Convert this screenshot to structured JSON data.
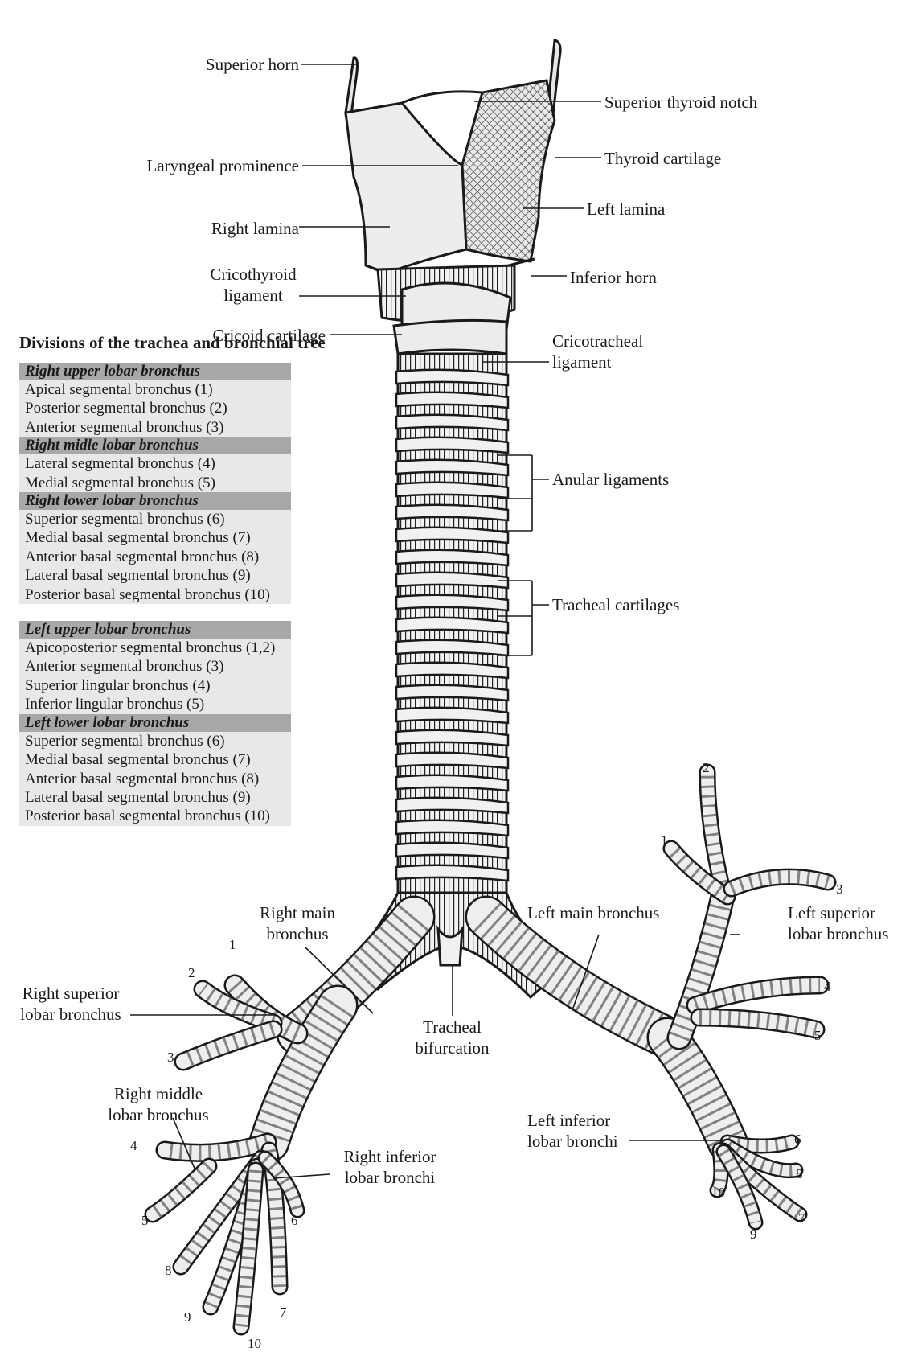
{
  "labels": {
    "superior_horn": "Superior horn",
    "superior_thyroid_notch": "Superior thyroid notch",
    "laryngeal_prominence": "Laryngeal prominence",
    "thyroid_cartilage": "Thyroid cartilage",
    "right_lamina": "Right lamina",
    "left_lamina": "Left lamina",
    "cricothyroid_1": "Cricothyroid",
    "cricothyroid_2": "ligament",
    "inferior_horn": "Inferior horn",
    "cricoid_cartilage": "Cricoid cartilage",
    "cricotracheal_1": "Cricotracheal",
    "cricotracheal_2": "ligament",
    "anular_ligaments": "Anular ligaments",
    "tracheal_cartilages": "Tracheal cartilages",
    "right_main_1": "Right main",
    "right_main_2": "bronchus",
    "left_main": "Left main bronchus",
    "left_superior_1": "Left superior",
    "left_superior_2": "lobar bronchus",
    "right_superior_1": "Right superior",
    "right_superior_2": "lobar bronchus",
    "tracheal_bif_1": "Tracheal",
    "tracheal_bif_2": "bifurcation",
    "right_middle_1": "Right middle",
    "right_middle_2": "lobar bronchus",
    "right_inferior_1": "Right inferior",
    "right_inferior_2": "lobar bronchi",
    "left_inferior_1": "Left inferior",
    "left_inferior_2": "lobar bronchi"
  },
  "numbers": {
    "ls2": "2",
    "ls1": "1",
    "ls3": "3",
    "ls4": "4",
    "ls5": "5",
    "li6": "6",
    "li8": "8",
    "li7": "7",
    "li10": "10",
    "li9": "9",
    "rs1": "1",
    "rs2": "2",
    "rs3": "3",
    "rm4": "4",
    "rm5": "5",
    "ri6": "6",
    "ri8": "8",
    "ri7": "7",
    "ri9": "9",
    "ri10": "10"
  },
  "panel": {
    "title": "Divisions of the trachea and bronchial tree",
    "groups": [
      {
        "heading": "Right upper lobar bronchus",
        "items": [
          "Apical segmental bronchus (1)",
          "Posterior segmental bronchus (2)",
          "Anterior segmental bronchus (3)"
        ]
      },
      {
        "heading": "Right midle lobar bronchus",
        "items": [
          "Lateral segmental bronchus (4)",
          "Medial segmental bronchus (5)"
        ]
      },
      {
        "heading": "Right lower lobar bronchus",
        "items": [
          "Superior segmental bronchus (6)",
          "Medial basal segmental bronchus (7)",
          "Anterior basal segmental bronchus (8)",
          "Lateral basal segmental bronchus (9)",
          "Posterior basal segmental bronchus (10)"
        ]
      },
      {
        "heading": "Left upper lobar bronchus",
        "items": [
          "Apicoposterior segmental bronchus (1,2)",
          "Anterior segmental bronchus (3)",
          "Superior lingular bronchus (4)",
          "Inferior lingular bronchus (5)"
        ]
      },
      {
        "heading": "Left lower lobar bronchus",
        "items": [
          "Superior segmental bronchus (6)",
          "Medial basal segmental bronchus (7)",
          "Anterior basal segmental bronchus (8)",
          "Lateral basal segmental bronchus (9)",
          "Posterior basal segmental bronchus (10)"
        ]
      }
    ]
  },
  "colors": {
    "ink": "#1a1a1a",
    "panel_heading": "#a8a8ab",
    "panel_body": "#e8e8e8",
    "shade": "#3a3a3a"
  }
}
